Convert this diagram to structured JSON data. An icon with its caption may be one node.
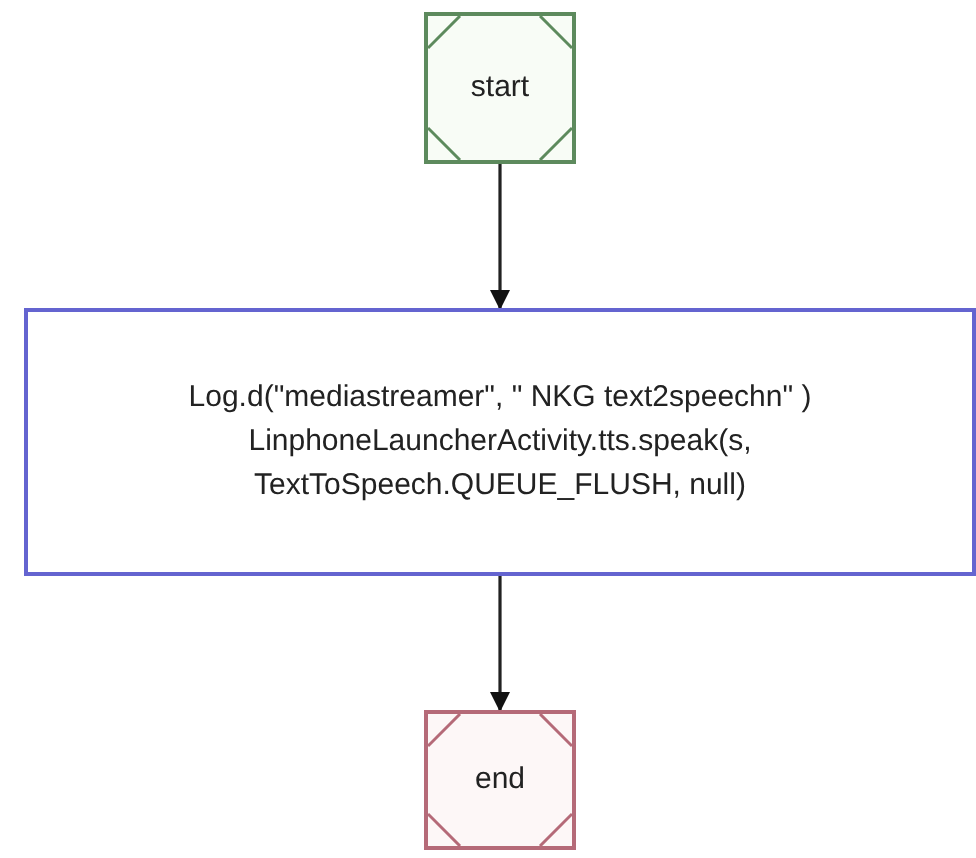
{
  "diagram": {
    "nodes": [
      {
        "text": [
          "start"
        ]
      },
      {
        "text": [
          "Log.d(\"mediastreamer\", \" NKG text2speechn\" ) LinphoneLauncherActivity.tts.speak(s, TextToSpeech.QUEUE_FLUSH, null)"
        ]
      },
      {
        "text": [
          "end"
        ]
      }
    ],
    "edges": [
      {
        "from": 0,
        "to": 1,
        "arrow": "to"
      },
      {
        "from": 1,
        "to": 2,
        "arrow": "to"
      }
    ]
  }
}
